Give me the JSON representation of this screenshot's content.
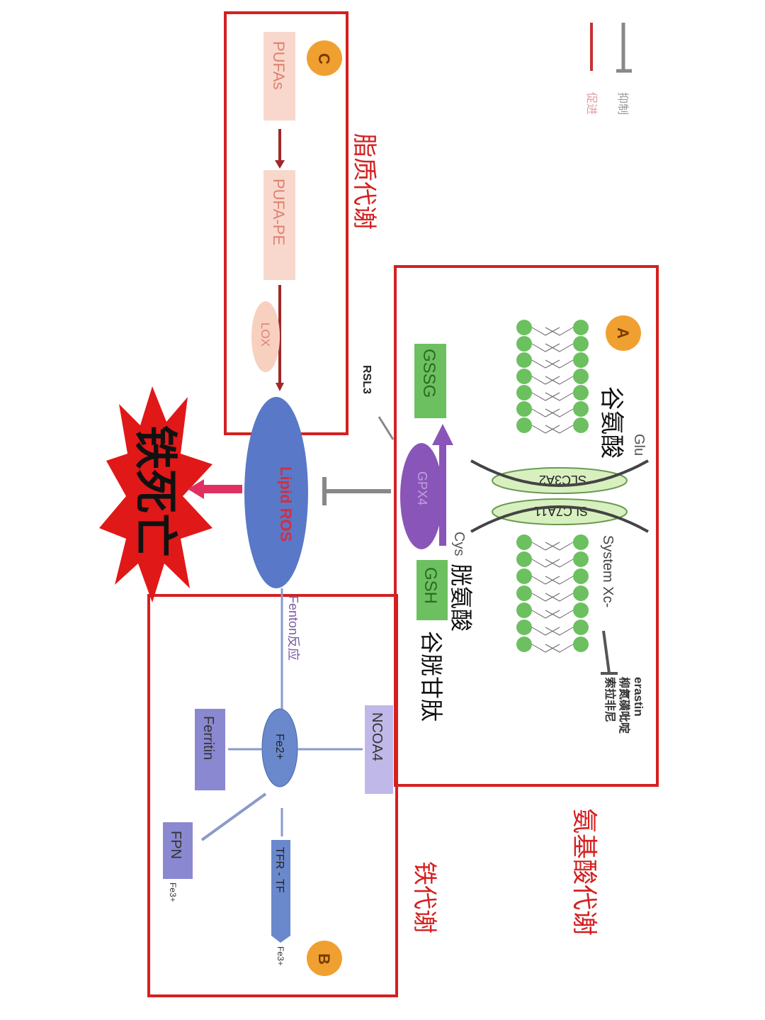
{
  "legend": {
    "inhibit": "抑制",
    "promote": "促进"
  },
  "sections": {
    "lipid": {
      "badge": "C",
      "title": "脂质代谢",
      "pufas": "PUFAs",
      "pufa_pe": "PUFA-PE",
      "lox": "LOX"
    },
    "amino": {
      "badge": "A",
      "title": "氨基酸代谢",
      "glu": "Glu",
      "glu_cn": "谷氨酸",
      "slc3a2": "SLC3A2",
      "slc7a11": "SLC7A11",
      "system": "System Xc-",
      "erastin": "erastin",
      "drug1": "柳氮磺吡啶",
      "drug2": "索拉非尼",
      "cys": "Cys",
      "cys_cn": "胱氨酸",
      "gsh": "GSH",
      "gsh_cn": "谷胱甘肽",
      "gssg": "GSSG",
      "gpx4": "GPX4",
      "rsl3": "RSL3"
    },
    "iron": {
      "badge": "B",
      "title": "铁代谢",
      "fenton": "Fenton反应",
      "fe2": "Fe2+",
      "ncoa4": "NCOA4",
      "ferritin": "Ferritin",
      "fpn": "FPN",
      "fe3a": "Fe3+",
      "tfr": "TFR - TF",
      "fe3b": "Fe3+"
    }
  },
  "center": {
    "lipid_ros": "Lipid ROS",
    "ferroptosis": "铁死亡"
  },
  "colors": {
    "frame": "#d42020",
    "badge": "#f0a030",
    "green": "#6cc060",
    "blue": "#5a78c8",
    "purple": "#8a55b8"
  }
}
